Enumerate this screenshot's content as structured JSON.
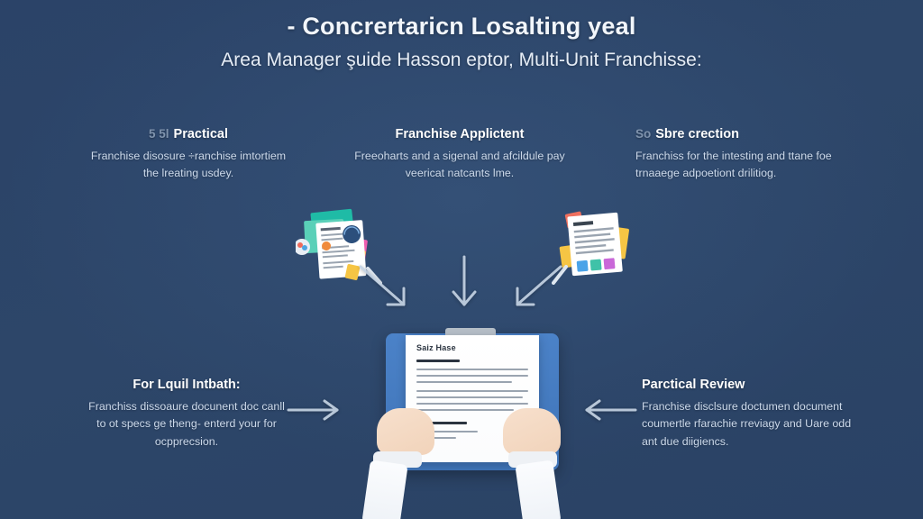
{
  "meta": {
    "background_color": "#2c4569",
    "accent_color": "#4b82c8",
    "text_color": "#ffffff",
    "muted_text_color": "#ccd9ea"
  },
  "title": {
    "main": "- Concrertaricn Losalting yeal",
    "subtitle": "Area Manager şuide Hasson eptor, Multi-Unit Franchisse:"
  },
  "blocks": {
    "top_left": {
      "number": "5  5l",
      "heading": "Practical",
      "body": "Franchise disosure ÷ranchise imtortiem the lreating usdey."
    },
    "top_center": {
      "number": "",
      "heading": "Franchise Applictent",
      "body": "Freeoharts and a sigenal and afcildule pay veericat natcants lme."
    },
    "top_right": {
      "number": "So",
      "heading": "Sbre crection",
      "body": "Franchiss for the intesting and ttane foe trnaaege adpoetiont drilitiog."
    },
    "bottom_left": {
      "number": "",
      "heading": "For Lquil Intbath:",
      "body": "Franchiss dissoaure docunent doc canll to ot specs ge theng- enterd your for ocpprecsion."
    },
    "bottom_right": {
      "number": "",
      "heading": "Parctical Review",
      "body": "Franchise disclsure doctumen document coumertle rfarachie rreviagy and Uare odd ant due diigiencs."
    }
  },
  "illustration": {
    "document_title": "Saiz Hase",
    "clipboard_color": "#4b82c8",
    "clip_color": "#b6bfc8",
    "paper_color": "#ffffff",
    "skin_color": "#f4d9c2",
    "sleeve_color": "#f7f9fc"
  },
  "arrows": [
    {
      "name": "arrow-down-right",
      "direction": "down-right"
    },
    {
      "name": "arrow-down",
      "direction": "down"
    },
    {
      "name": "arrow-down-left",
      "direction": "down-left"
    },
    {
      "name": "arrow-right",
      "direction": "right"
    },
    {
      "name": "arrow-left",
      "direction": "left"
    }
  ],
  "icons": {
    "left_cluster": "documents-stack-icon",
    "right_cluster": "documents-checklist-icon"
  }
}
